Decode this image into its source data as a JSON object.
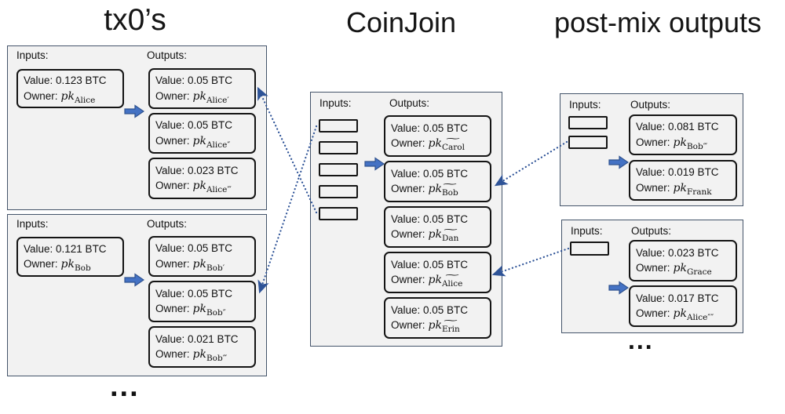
{
  "titles": {
    "tx0": "tx0’s",
    "coinjoin": "CoinJoin",
    "postmix": "post-mix outputs"
  },
  "labels": {
    "inputs": "Inputs:",
    "outputs": "Outputs:",
    "owner": "Owner:",
    "ellipsis_left": "...",
    "ellipsis_right": "..."
  },
  "colors": {
    "box_fill": "#f2f2f2",
    "outer_border": "#44546a",
    "inner_border": "#141414",
    "block_arrow_fill": "#4472c4",
    "block_arrow_stroke": "#2f528f",
    "connector_blue": "#2e5397"
  },
  "tx0_groups": [
    {
      "input": {
        "value": "Value: 0.123 BTC",
        "owner": {
          "pk": "pk",
          "name": "Alice"
        }
      },
      "outputs": [
        {
          "value": "Value: 0.05 BTC",
          "owner": {
            "pk": "pk",
            "name": "Alice′"
          }
        },
        {
          "value": "Value: 0.05 BTC",
          "owner": {
            "pk": "pk",
            "name": "Alice″"
          }
        },
        {
          "value": "Value: 0.023 BTC",
          "owner": {
            "pk": "pk",
            "name": "Alice‴"
          }
        }
      ]
    },
    {
      "input": {
        "value": "Value: 0.121 BTC",
        "owner": {
          "pk": "pk",
          "name": "Bob"
        }
      },
      "outputs": [
        {
          "value": "Value: 0.05 BTC",
          "owner": {
            "pk": "pk",
            "name": "Bob′"
          }
        },
        {
          "value": "Value: 0.05 BTC",
          "owner": {
            "pk": "pk",
            "name": "Bob″"
          }
        },
        {
          "value": "Value: 0.021 BTC",
          "owner": {
            "pk": "pk",
            "name": "Bob‴"
          }
        }
      ]
    }
  ],
  "coinjoin": {
    "input_slot_count": 5,
    "outputs": [
      {
        "value": "Value: 0.05 BTC",
        "owner": {
          "pk": "pk",
          "name": "Carol",
          "tilde": "~"
        }
      },
      {
        "value": "Value: 0.05 BTC",
        "owner": {
          "pk": "pk",
          "name": "Bob",
          "tilde": "~"
        }
      },
      {
        "value": "Value: 0.05 BTC",
        "owner": {
          "pk": "pk",
          "name": "Dan",
          "tilde": "~"
        }
      },
      {
        "value": "Value: 0.05 BTC",
        "owner": {
          "pk": "pk",
          "name": "Alice",
          "tilde": "~"
        }
      },
      {
        "value": "Value: 0.05 BTC",
        "owner": {
          "pk": "pk",
          "name": "Erin",
          "tilde": "~"
        }
      }
    ]
  },
  "postmix_groups": [
    {
      "input_slot_count": 2,
      "outputs": [
        {
          "value": "Value: 0.081 BTC",
          "owner": {
            "pk": "pk",
            "name": "Bob‴"
          }
        },
        {
          "value": "Value: 0.019 BTC",
          "owner": {
            "pk": "pk",
            "name": "Frank"
          }
        }
      ]
    },
    {
      "input_slot_count": 1,
      "outputs": [
        {
          "value": "Value: 0.023 BTC",
          "owner": {
            "pk": "pk",
            "name": "Grace"
          }
        },
        {
          "value": "Value: 0.017 BTC",
          "owner": {
            "pk": "pk",
            "name": "Alice″″"
          }
        }
      ]
    }
  ]
}
